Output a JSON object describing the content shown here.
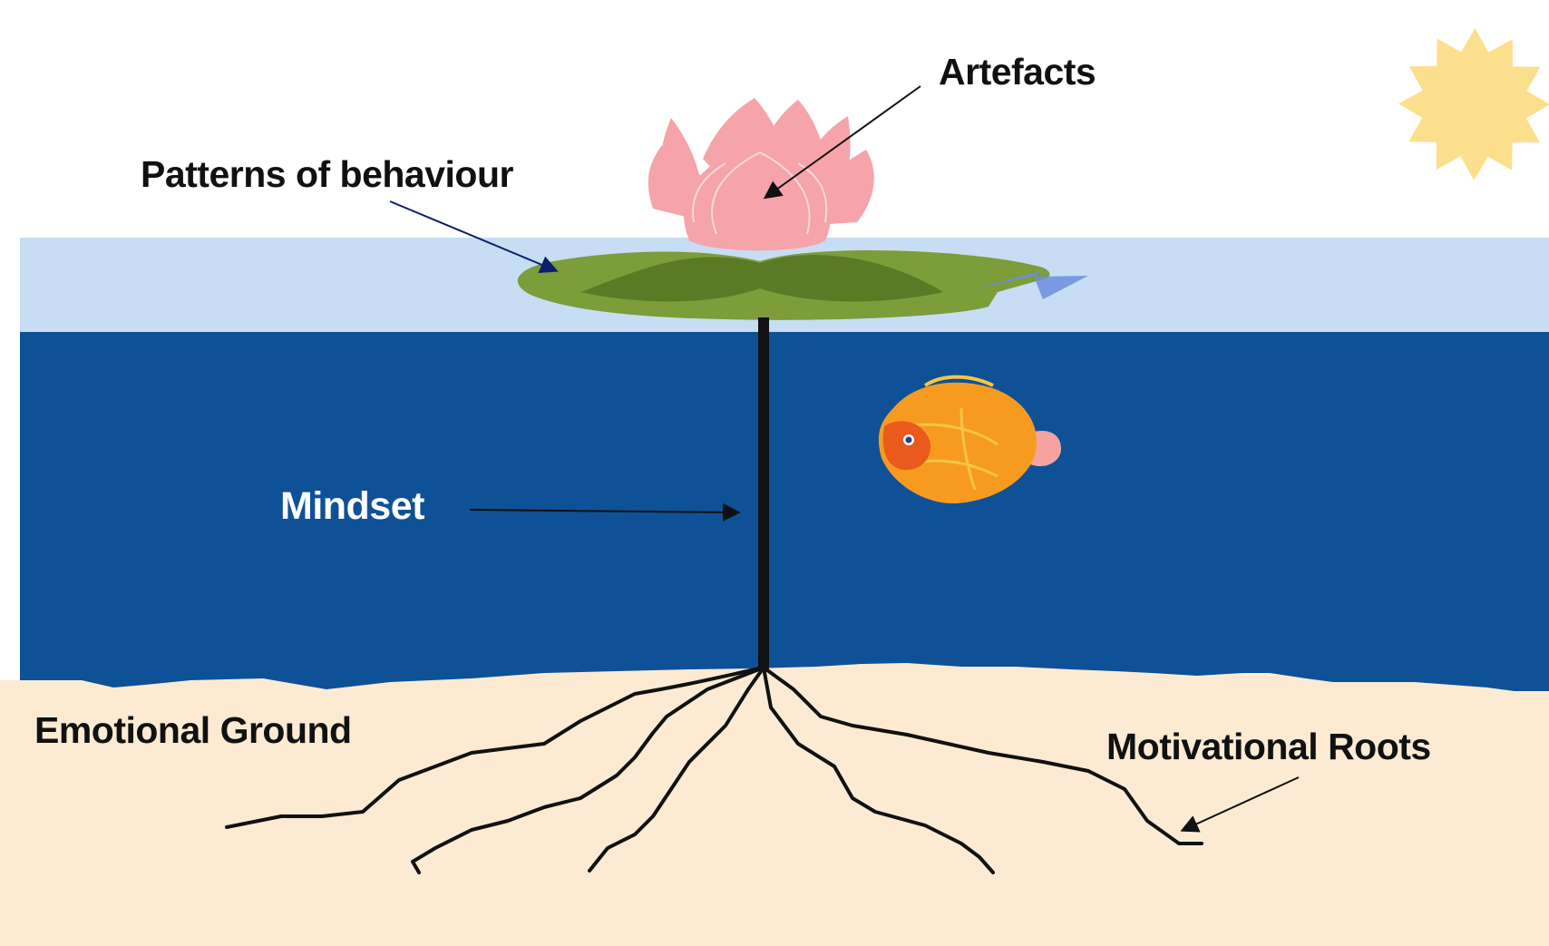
{
  "labels": {
    "artefacts": "Artefacts",
    "patterns": "Patterns of behaviour",
    "mindset": "Mindset",
    "emotional_ground": "Emotional Ground",
    "motivational_roots": "Motivational Roots"
  },
  "colors": {
    "sky": "#ffffff",
    "surface_water": "#c6ddf3",
    "deep_water": "#0e5197",
    "ground": "#fcebd2",
    "lily_pad": "#7d9c3a",
    "lily_pad_inner": "#5b7a26",
    "lotus": "#f6a3aa",
    "sun": "#fbdf8c",
    "fish": "#f79b20",
    "stem_and_roots": "#111111"
  },
  "icons": {
    "sun": "sun-icon",
    "lotus": "lotus-flower-icon",
    "fish": "fish-icon"
  }
}
